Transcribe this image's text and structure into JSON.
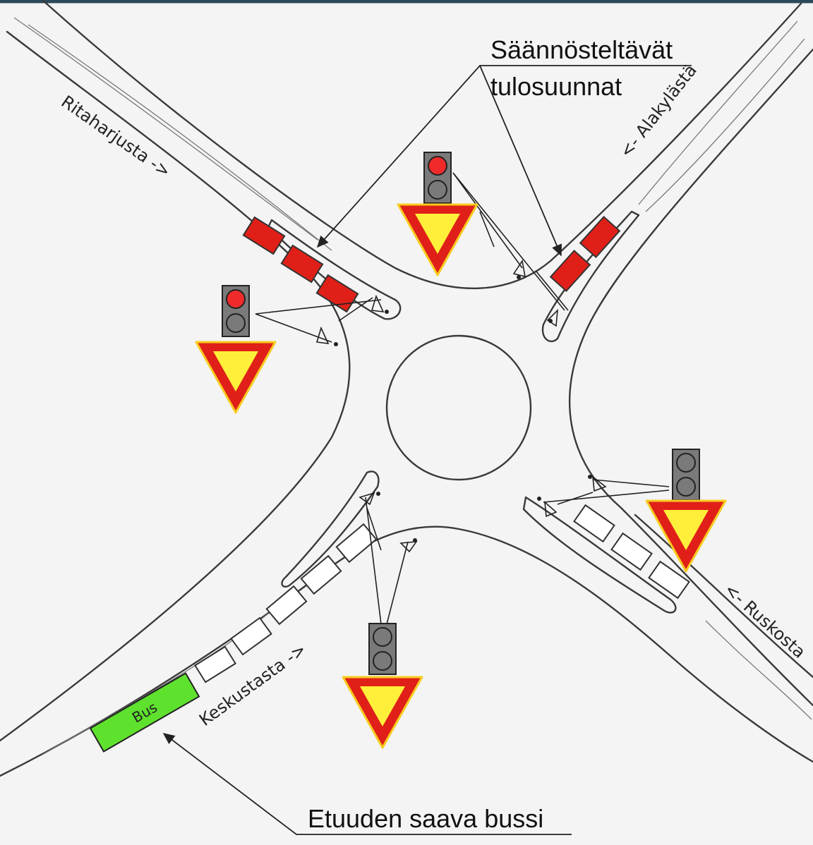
{
  "labels": {
    "regulated_entries_line1": "Säännösteltävät",
    "regulated_entries_line2": "tulosuunnat",
    "priority_bus": "Etuuden saava bussi"
  },
  "approaches": {
    "north_west": "Ritaharjusta ->",
    "north_east": "<- Alakylästä",
    "south_east": "<- Ruskosta",
    "south_west": "Keskustasta ->"
  },
  "bus_lane_label": "Bus",
  "colors": {
    "queue_active": "#e02018",
    "queue_idle": "#ffffff",
    "bus": "#5ee22e",
    "signal_red": "#f02a2a",
    "signal_off": "#7a7a7a",
    "yield_border": "#e02018",
    "yield_fill": "#ffef3a"
  },
  "signals": [
    {
      "id": "nw",
      "state": "red"
    },
    {
      "id": "n",
      "state": "red"
    },
    {
      "id": "se",
      "state": "off"
    },
    {
      "id": "s",
      "state": "off"
    }
  ]
}
